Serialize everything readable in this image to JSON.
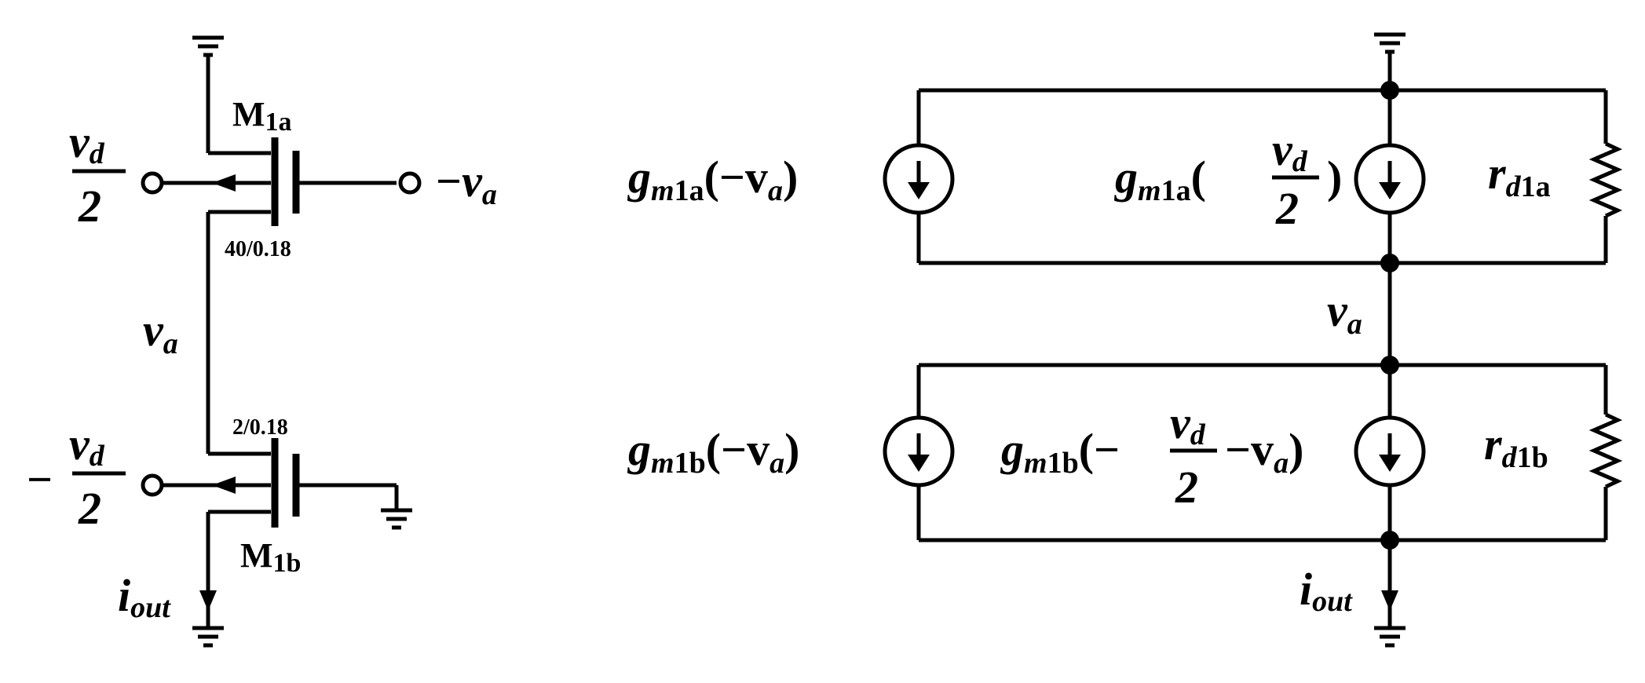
{
  "left_circuit": {
    "m1a": {
      "name": "M",
      "sub": "1a",
      "size": "40/0.18"
    },
    "m1b": {
      "name": "M",
      "sub": "1b",
      "size": "2/0.18"
    },
    "in_top": {
      "num": "v",
      "num_sub": "d",
      "den": "2"
    },
    "in_bot": {
      "sign": "−",
      "num": "v",
      "num_sub": "d",
      "den": "2"
    },
    "gate_top": {
      "sign": "−",
      "var": "v",
      "sub": "a"
    },
    "node_mid": {
      "var": "v",
      "sub": "a"
    },
    "out": {
      "var": "i",
      "sub": "out"
    }
  },
  "right_circuit": {
    "src1": {
      "g": "g",
      "g_sub_i": "m",
      "g_sub_u": "1a",
      "arg": "(−v",
      "arg_sub": "a",
      "close": ")"
    },
    "src2": {
      "g": "g",
      "g_sub_i": "m",
      "g_sub_u": "1a",
      "open": "(",
      "num": "v",
      "num_sub": "d",
      "den": "2",
      "close": ")"
    },
    "rd1a": {
      "r": "r",
      "sub_i": "d",
      "sub_u": "1a"
    },
    "node_mid": {
      "var": "v",
      "sub": "a"
    },
    "src3": {
      "g": "g",
      "g_sub_i": "m",
      "g_sub_u": "1b",
      "arg": "(−v",
      "arg_sub": "a",
      "close": ")"
    },
    "src4": {
      "g": "g",
      "g_sub_i": "m",
      "g_sub_u": "1b",
      "open": "(−",
      "num": "v",
      "num_sub": "d",
      "den": "2",
      "tail": "−v",
      "tail_sub": "a",
      "close": ")"
    },
    "rd1b": {
      "r": "r",
      "sub_i": "d",
      "sub_u": "1b"
    },
    "out": {
      "var": "i",
      "sub": "out"
    }
  }
}
